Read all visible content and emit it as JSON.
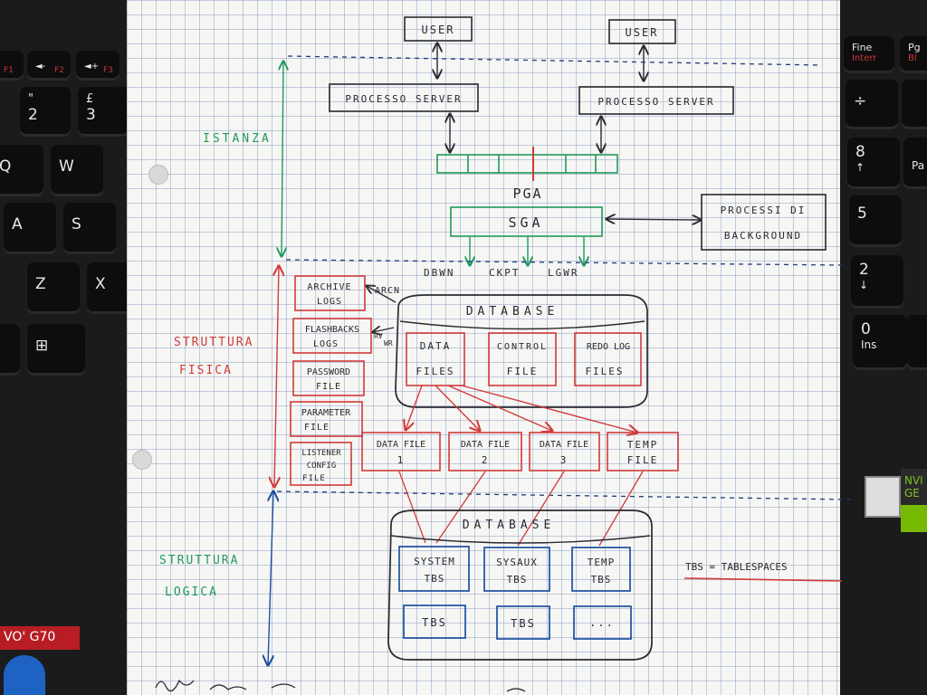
{
  "keyboard": {
    "left_keys": [
      "F1",
      "F2",
      "F3",
      "2",
      "3",
      "Q",
      "W",
      "A",
      "S",
      "Z",
      "X"
    ],
    "left_shift_symbols": [
      "\"",
      "£"
    ],
    "right_keys": [
      "Fine",
      "Interr",
      "Pg",
      "Bl",
      "÷",
      "8",
      "↑",
      "Pa",
      "5",
      "2",
      "↓",
      "0",
      "Ins"
    ],
    "brand_badge": "VO' G70"
  },
  "diagram": {
    "instance": {
      "section_label": "ISTANZA",
      "user_left": "USER",
      "user_right": "USER",
      "server_left": "PROCESSO SERVER",
      "server_right": "PROCESSO SERVER",
      "pga": "PGA",
      "sga": "SGA",
      "background_processes": [
        "PROCESSI DI",
        "BACKGROUND"
      ],
      "writers": [
        "DBWN",
        "CKPT",
        "LGWR"
      ]
    },
    "physical": {
      "section_label": [
        "STRUTTURA",
        "FISICA"
      ],
      "side_files": [
        [
          "ARCHIVE",
          "LOGS"
        ],
        [
          "FLASHBACKS",
          "LOGS"
        ],
        [
          "PASSWORD",
          "FILE"
        ],
        [
          "PARAMETER",
          "FILE"
        ],
        [
          "LISTENER",
          "CONFIG",
          "FILE"
        ]
      ],
      "arrow_labels": [
        "ARCN",
        "RV",
        "WR"
      ],
      "database_label": "DATABASE",
      "database_files": [
        [
          "DATA",
          "FILES"
        ],
        [
          "CONTROL",
          "FILE"
        ],
        [
          "REDO LOG",
          "FILES"
        ]
      ],
      "file_boxes": [
        [
          "DATA FILE",
          "1"
        ],
        [
          "DATA FILE",
          "2"
        ],
        [
          "DATA FILE",
          "3"
        ],
        [
          "TEMP",
          "FILE"
        ]
      ]
    },
    "logical": {
      "section_label": [
        "STRUTTURA",
        "LOGICA"
      ],
      "database_label": "DATABASE",
      "tablespaces_top": [
        [
          "SYSTEM",
          "TBS"
        ],
        [
          "SYSAUX",
          "TBS"
        ],
        [
          "TEMP",
          "TBS"
        ]
      ],
      "tablespaces_bottom": [
        "TBS",
        "TBS",
        "..."
      ],
      "legend": "TBS = TABLESPACES"
    },
    "colors": {
      "ink_black": "#2a2a2e",
      "ink_green": "#1f9a5a",
      "ink_red": "#d23a3a",
      "ink_blue": "#1d4fa0",
      "ink_navy": "#223a7a"
    }
  }
}
